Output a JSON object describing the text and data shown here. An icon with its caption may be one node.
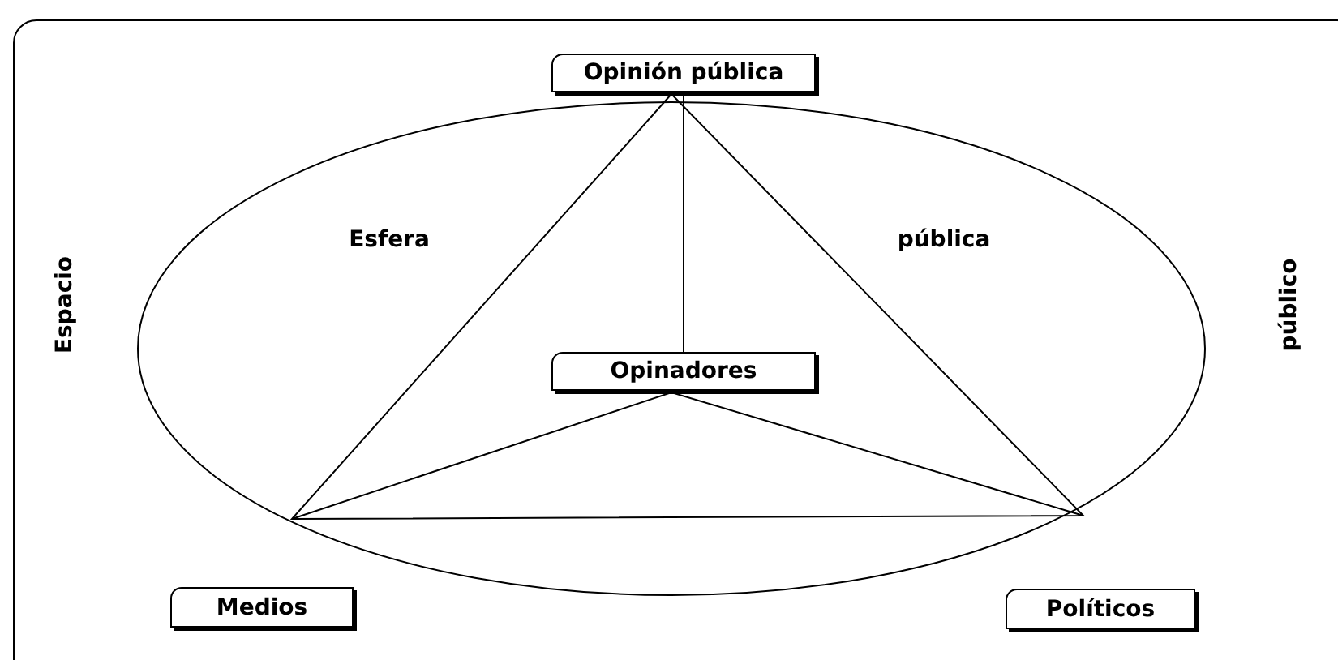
{
  "diagram": {
    "nodes": [
      {
        "text": [
          "Espacio",
          "público"
        ]
      },
      {
        "text": [
          "Esfera",
          "pública"
        ],
        "in": 0
      },
      {
        "text": [
          "Opinión pública"
        ],
        "in": 0
      },
      {
        "text": [
          "Opinadores"
        ],
        "in": 1
      },
      {
        "text": [
          "Medios"
        ],
        "in": 0
      },
      {
        "text": [
          "Políticos"
        ],
        "in": 0
      }
    ],
    "edges": [
      {
        "from": 2,
        "to": 3,
        "arrow": "none"
      }
    ]
  }
}
